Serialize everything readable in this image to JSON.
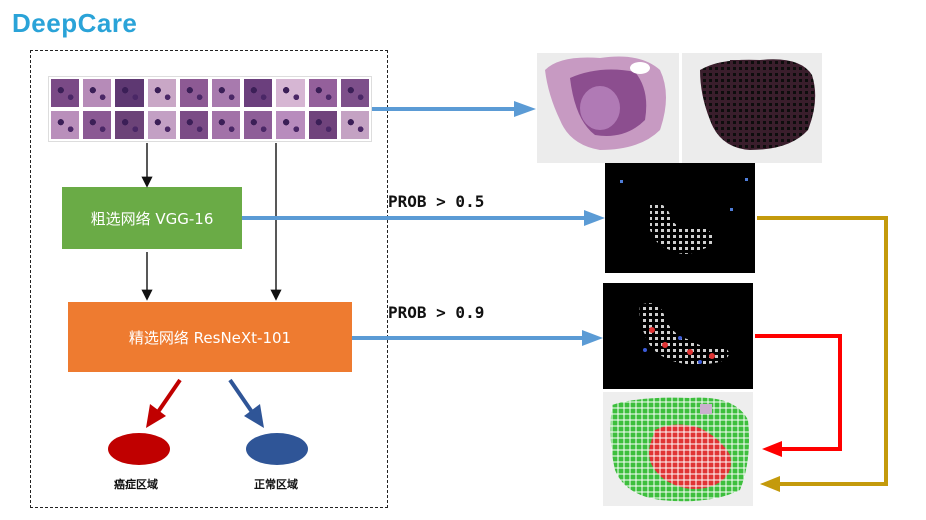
{
  "brand": {
    "name": "DeepCare",
    "color": "#2aa3d8"
  },
  "patches": {
    "colors": [
      "#7a4a86",
      "#b68bb8",
      "#5e3872",
      "#c9a7c6",
      "#8d5a94",
      "#a87aae",
      "#6b3f7d",
      "#d6b6d3",
      "#94609b",
      "#7d4f8a",
      "#b98fbb",
      "#8a5993",
      "#6c4378",
      "#c3a0c4",
      "#7b4c86",
      "#a272a8",
      "#8e5e98",
      "#b88cbd",
      "#70437c",
      "#c4a2c3"
    ]
  },
  "coarse": {
    "label": "粗选网络 VGG-16",
    "color": "#6aab46"
  },
  "fine": {
    "label": "精选网络 ResNeXt-101",
    "color": "#ee7b30"
  },
  "outputs": {
    "cancer": {
      "label": "癌症区域",
      "color": "#c00000"
    },
    "normal": {
      "label": "正常区域",
      "color": "#2f5597"
    }
  },
  "thresholds": {
    "coarse": "PROB > 0.5",
    "fine": "PROB > 0.9"
  },
  "arrow_colors": {
    "blue": "#5b9bd5",
    "gold": "#c49a0c",
    "red": "#ff0000",
    "dark_red": "#c00000",
    "dark_blue": "#2f5597"
  }
}
